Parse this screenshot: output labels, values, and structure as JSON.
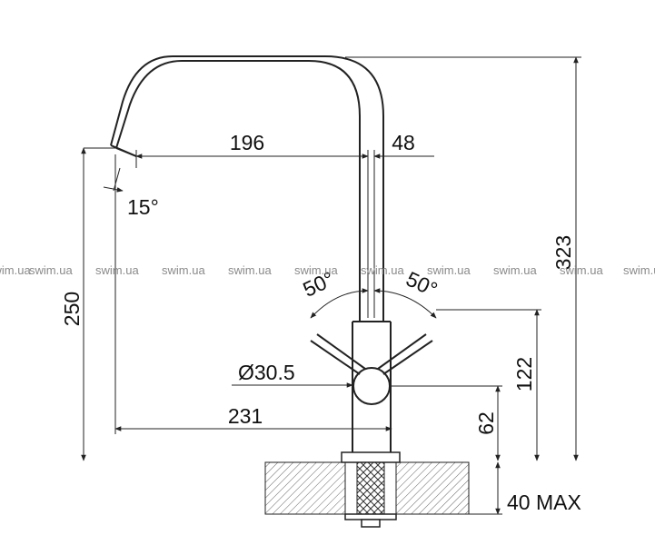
{
  "dimensions": {
    "reach": "196",
    "spout_offset": "48",
    "spout_angle": "15°",
    "rotation_left": "50°",
    "rotation_right": "50°",
    "total_height": "323",
    "spout_height": "250",
    "handle_height": "122",
    "body_diameter": "Ø30.5",
    "base_to_handle": "62",
    "projection": "231",
    "max_worktop": "40 MAX"
  },
  "watermark": {
    "text": "swim.ua"
  },
  "colors": {
    "line": "#222222",
    "hatch": "#666666",
    "watermark": "#8a8a8a"
  }
}
